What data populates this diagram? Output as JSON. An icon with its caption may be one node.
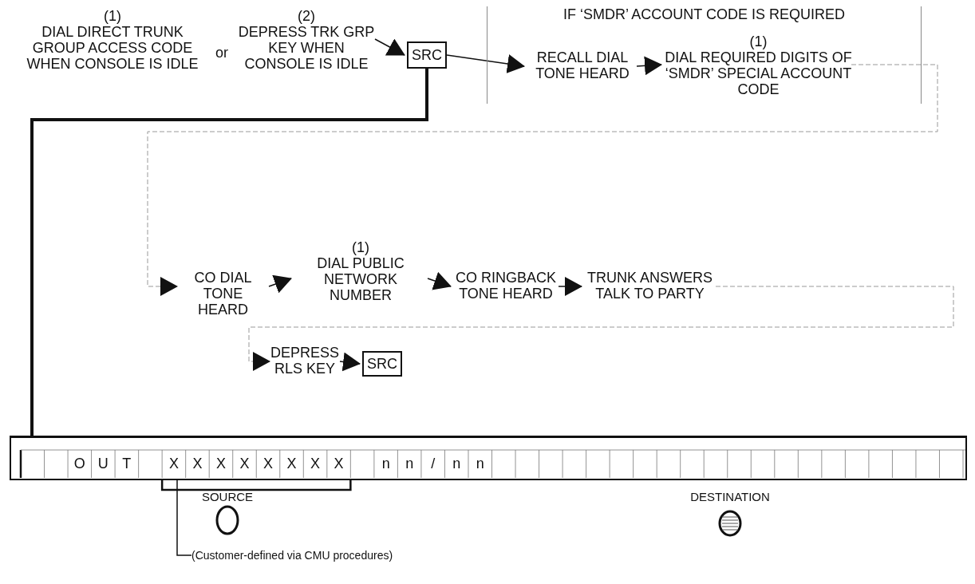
{
  "diagram": {
    "nodes": [
      {
        "text": [
          "(1)",
          "DIAL DIRECT TRUNK GROUP ACCESS CODE WHEN CONSOLE IS IDLE"
        ]
      },
      {
        "text": [
          "(2)",
          "DEPRESS TRK GRP KEY WHEN CONSOLE IS IDLE"
        ]
      },
      {
        "text": [
          "SRC"
        ]
      },
      {
        "text": [
          "IF ‘SMDR’ ACCOUNT CODE IS REQUIRED"
        ]
      },
      {
        "text": [
          "RECALL DIAL TONE HEARD"
        ],
        "in": 3
      },
      {
        "text": [
          "(1)",
          "DIAL REQUIRED DIGITS OF ‘SMDR’ SPECIAL ACCOUNT CODE"
        ],
        "in": 3
      },
      {
        "text": [
          "CO DIAL TONE HEARD"
        ]
      },
      {
        "text": [
          "(1)",
          "DIAL PUBLIC NETWORK NUMBER"
        ]
      },
      {
        "text": [
          "CO RINGBACK TONE HEARD"
        ]
      },
      {
        "text": [
          "TRUNK ANSWERS TALK TO PARTY"
        ]
      },
      {
        "text": [
          "DEPRESS RLS KEY"
        ]
      },
      {
        "text": [
          "SRC"
        ]
      },
      {
        "text": [],
        "shape": "bar"
      },
      {
        "text": [
          "(Customer-defined via CMU procedures)"
        ]
      }
    ],
    "edges": [
      {
        "from": 1,
        "to": 2,
        "arrow": "to"
      },
      {
        "from": 2,
        "to": 4,
        "arrow": "to"
      },
      {
        "from": 4,
        "to": 5,
        "arrow": "to"
      },
      {
        "from": 5,
        "to": 6,
        "arrow": "to",
        "style": "dashed",
        "color": "#999999"
      },
      {
        "from": 6,
        "to": 7,
        "arrow": "to"
      },
      {
        "from": 7,
        "to": 8,
        "arrow": "to"
      },
      {
        "from": 8,
        "to": 9,
        "arrow": "to"
      },
      {
        "from": 9,
        "to": 10,
        "arrow": "to",
        "style": "dashed",
        "color": "#999999"
      },
      {
        "from": 10,
        "to": 11,
        "arrow": "to"
      },
      {
        "from": 2,
        "to": 12,
        "arrow": "none",
        "style": "thick"
      },
      {
        "from": 13,
        "to": 12,
        "arrow": "none"
      }
    ],
    "labels": [
      "or",
      "O",
      "U",
      "T",
      "X",
      "X",
      "X",
      "X",
      "X",
      "X",
      "X",
      "X",
      "n",
      "n",
      "/",
      "n",
      "n",
      "SOURCE",
      "DESTINATION"
    ]
  }
}
